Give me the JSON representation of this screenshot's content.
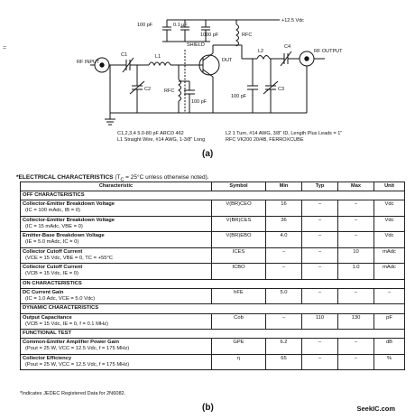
{
  "schematic": {
    "supply": "+12.5 Vdc",
    "cap_top1": "100 pF",
    "cap_top2": "0.1 µF",
    "cap_top3": "1000 pF",
    "shield": "SHIELD",
    "rfc_top": "RFC",
    "l2": "L2",
    "c4": "C4",
    "rf_output": "RF OUTPUT",
    "rf_input": "RF INPUT",
    "c1": "C1",
    "l1": "L1",
    "dut": "DUT",
    "c2": "C2",
    "rfc_bias": "RFC",
    "cap_bias": "100 pF",
    "cap_out1": "100 pF",
    "c3": "C3",
    "note_c": "C1,2,3,4    5.0-80 pF  ARCO 462",
    "note_l1": "L1    Straight Wire, #14 AWG, 1-3/8\" Long",
    "note_l2": "L2    1 Turn, #14 AWG, 3/8\" ID, Length Plus Leads = 1\"",
    "note_rfc": "RFC    VK200 20/4B, FERROXCUBE",
    "caption": "(a)",
    "margin_mark": "="
  },
  "table": {
    "title": "*ELECTRICAL CHARACTERISTICS",
    "title_cond": "(T",
    "title_cond_sub": "C",
    "title_cond_rest": " = 25°C unless otherwise noted).",
    "headers": [
      "Characteristic",
      "Symbol",
      "Min",
      "Typ",
      "Max",
      "Unit"
    ],
    "sections": [
      {
        "name": "OFF CHARACTERISTICS",
        "rows": [
          {
            "name": "Collector-Emitter Breakdown Voltage",
            "cond": "(IC = 100 mAdc, IB = 0)",
            "symbol": "V(BR)CEO",
            "min": "16",
            "typ": "–",
            "max": "–",
            "unit": "Vdc"
          },
          {
            "name": "Collector-Emitter Breakdown Voltage",
            "cond": "(IC = 15 mAdc, VBE = 0)",
            "symbol": "V(BR)CES",
            "min": "36",
            "typ": "–",
            "max": "–",
            "unit": "Vdc"
          },
          {
            "name": "Emitter-Base Breakdown Voltage",
            "cond": "(IE = 5.0 mAdc, IC = 0)",
            "symbol": "V(BR)EBO",
            "min": "4.0",
            "typ": "–",
            "max": "–",
            "unit": "Vdc"
          },
          {
            "name": "Collector Cutoff Current",
            "cond": "(VCE = 15 Vdc, VBE = 0, TC = +55°C",
            "symbol": "ICES",
            "min": "–",
            "typ": "–",
            "max": "10",
            "unit": "mAdc"
          },
          {
            "name": "Collector Cutoff Current",
            "cond": "(VCB = 15 Vdc, IE = 0)",
            "symbol": "ICBO",
            "min": "–",
            "typ": "–",
            "max": "1.0",
            "unit": "mAdc"
          }
        ]
      },
      {
        "name": "ON CHARACTERISTICS",
        "rows": [
          {
            "name": "DC Current Gain",
            "cond": "(IC = 1.0 Adc, VCE = 5.0 Vdc)",
            "symbol": "hFE",
            "min": "5.0",
            "typ": "–",
            "max": "–",
            "unit": "–"
          }
        ]
      },
      {
        "name": "DYNAMIC CHARACTERISTICS",
        "rows": [
          {
            "name": "Output Capacitance",
            "cond": "(VCB = 15 Vdc, IE = 0, f = 0.1 MHz)",
            "symbol": "Cob",
            "min": "–",
            "typ": "110",
            "max": "130",
            "unit": "pF"
          }
        ]
      },
      {
        "name": "FUNCTIONAL TEST",
        "rows": [
          {
            "name": "Common-Emitter Amplifier Power Gain",
            "cond": "(Pout = 25 W, VCC = 12.5 Vdc, f = 175 MHz)",
            "symbol": "GPE",
            "min": "6.2",
            "typ": "–",
            "max": "–",
            "unit": "dB"
          },
          {
            "name": "Collector Efficiency",
            "cond": "(Pout = 25 W, VCC = 12.5 Vdc, f = 175 MHz)",
            "symbol": "η",
            "min": "65",
            "typ": "–",
            "max": "–",
            "unit": "%"
          }
        ]
      }
    ],
    "footnote": "*Indicates JEDEC Registered Data for 2N6082.",
    "caption": "(b)"
  },
  "watermark": "SeekIC.com"
}
